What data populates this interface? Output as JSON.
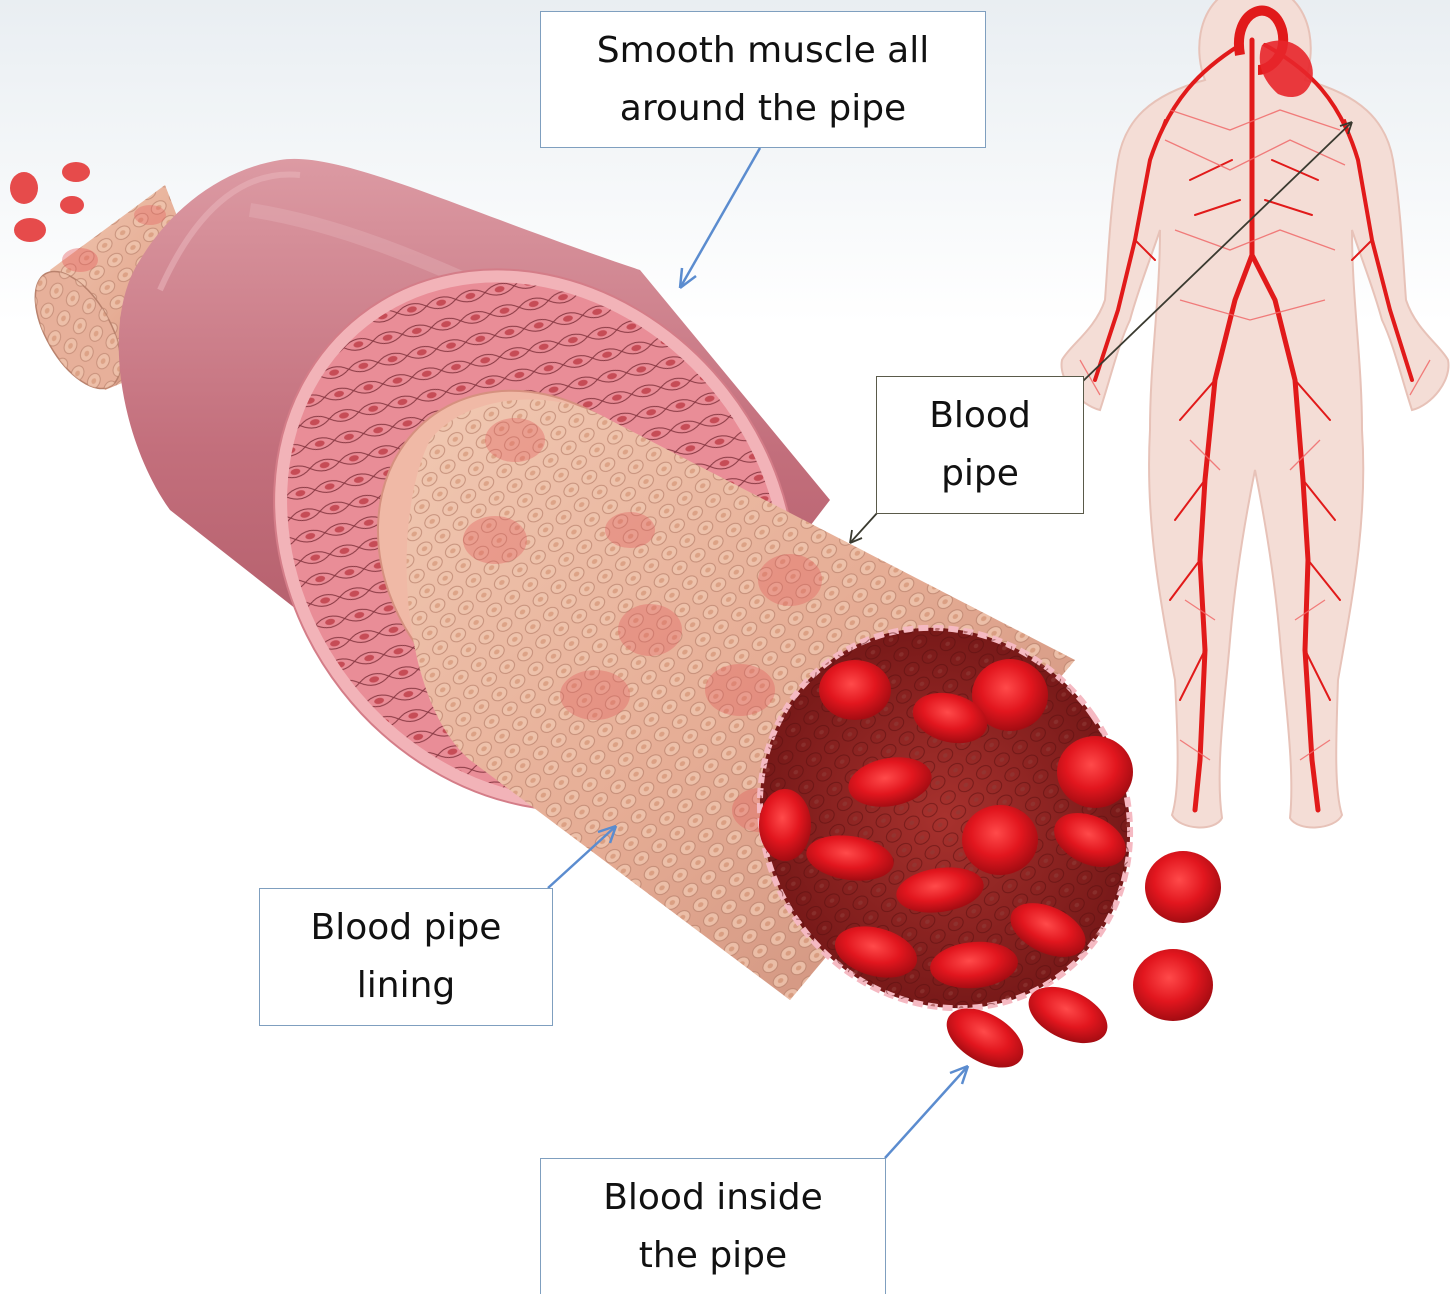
{
  "labels": {
    "smooth_muscle": {
      "line1": "Smooth muscle all",
      "line2": "around the pipe"
    },
    "blood_pipe": {
      "line1": "Blood",
      "line2": "pipe"
    },
    "lining": {
      "line1": "Blood pipe",
      "line2": "lining"
    },
    "blood_inside": {
      "line1": "Blood inside",
      "line2": "the pipe"
    }
  },
  "colors": {
    "arrow_blue": "#5b8ccf",
    "arrow_dark": "#3a3a30",
    "outer_wall": "#c9727e",
    "muscle_layer": "#e58a93",
    "lining": "#e9b7a0",
    "lumen": "#8b1a1a",
    "blood_cell": "#e0141c",
    "body_silhouette": "#f3d9d2",
    "vessels": "#e01a1a"
  },
  "icons": [
    "blood-vessel-illustration",
    "human-circulatory-system-illustration",
    "red-blood-cell"
  ]
}
